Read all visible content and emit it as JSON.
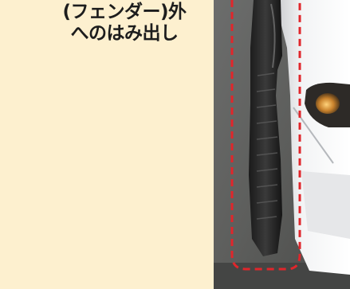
{
  "caption": {
    "line1": "(フェンダー)外",
    "line2": "へのはみ出し"
  },
  "photo": {
    "subject": "car-front-wheel",
    "highlight_color": "#e0262b",
    "highlight_style": "dashed"
  }
}
